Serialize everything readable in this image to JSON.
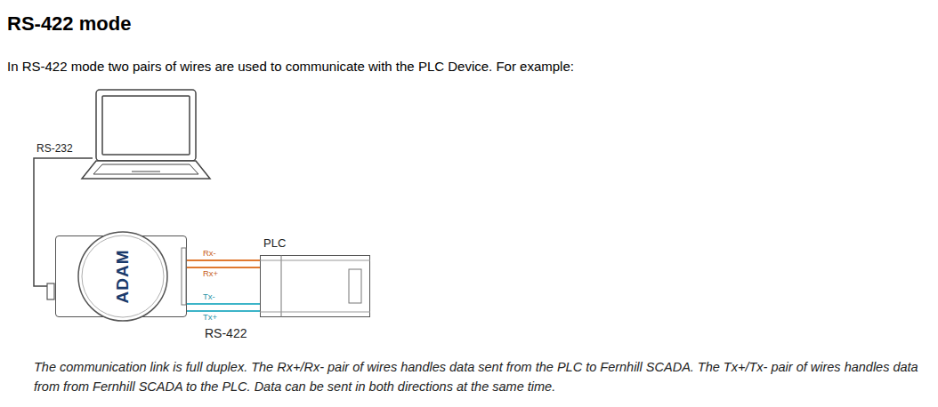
{
  "diagram": {
    "title": "RS-422 mode",
    "caption": "The communication link is full duplex. The Rx+/Rx- pair of wires handles data sent from the PLC to Fernhill SCADA. The Tx+/Tx- pair of wires handles data from from Fernhill SCADA to the PLC. Data can be sent in both directions at the same time.",
    "nodes": [
      {
        "text": [
          "ADAM"
        ]
      },
      {
        "text": [
          "PLC"
        ]
      }
    ],
    "edges": [
      {
        "from": 0,
        "to": 1,
        "label": "Rx-",
        "arrow": "none"
      },
      {
        "from": 0,
        "to": 1,
        "label": "Rx+",
        "arrow": "none"
      },
      {
        "from": 0,
        "to": 1,
        "label": "Tx-",
        "arrow": "none"
      },
      {
        "from": 0,
        "to": 1,
        "label": "Tx+",
        "arrow": "none"
      }
    ],
    "labels": [
      "In RS-422 mode two pairs of wires are used to communicate with the PLC Device. For example:",
      "RS-232",
      "RS-422"
    ]
  }
}
